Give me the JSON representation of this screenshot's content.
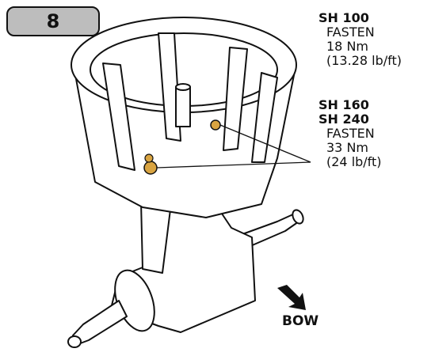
{
  "step": {
    "number": "8"
  },
  "specs": [
    {
      "models": [
        "SH 100"
      ],
      "lines": [
        "FASTEN",
        "18 Nm",
        "(13.28 lb/ft)"
      ]
    },
    {
      "models": [
        "SH 160",
        "SH 240"
      ],
      "lines": [
        "FASTEN",
        "33 Nm",
        "(24 lb/ft)"
      ]
    }
  ],
  "direction": {
    "label": "BOW"
  },
  "colors": {
    "badge_fill": "#bdbdbd",
    "bolt_highlight": "#d9a441",
    "outline": "#111111"
  }
}
